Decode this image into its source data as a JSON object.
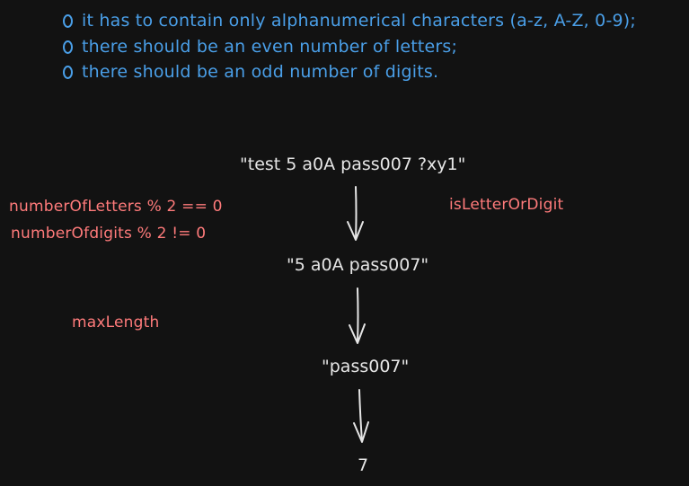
{
  "rules": [
    "it has to contain only alphanumerical characters (a-z, A-Z, 0-9);",
    "there should be an even number of letters;",
    "there should be an odd number of digits."
  ],
  "pipeline": {
    "input": "\"test 5 a0A pass007 ?xy1\"",
    "step1": "\"5 a0A pass007\"",
    "step2": "\"pass007\"",
    "result": "7"
  },
  "annotations": {
    "even_letters": "numberOfLetters % 2 == 0",
    "odd_digits": "numberOfdigits % 2 != 0",
    "letter_or_digit": "isLetterOrDigit",
    "max_length": "maxLength"
  },
  "colors": {
    "background": "#121212",
    "rule_text": "#4a9fe8",
    "node_text": "#e6e6e6",
    "annotation_text": "#ff7b7b"
  }
}
